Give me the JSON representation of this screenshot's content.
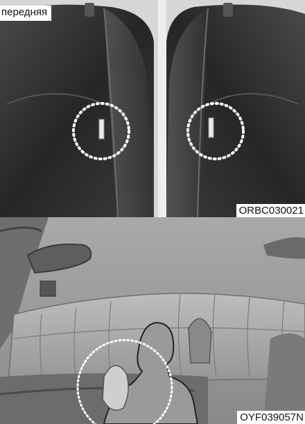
{
  "top_panel": {
    "label": "передняя",
    "code": "ORBC030021"
  },
  "bottom_panel": {
    "code": "OYF039057N"
  },
  "colors": {
    "background_top": "#d9d9d9",
    "seat_dark": "#2a2a2a",
    "highlight_circle": "#ffffff",
    "background_bottom": "#8c8c8c"
  }
}
